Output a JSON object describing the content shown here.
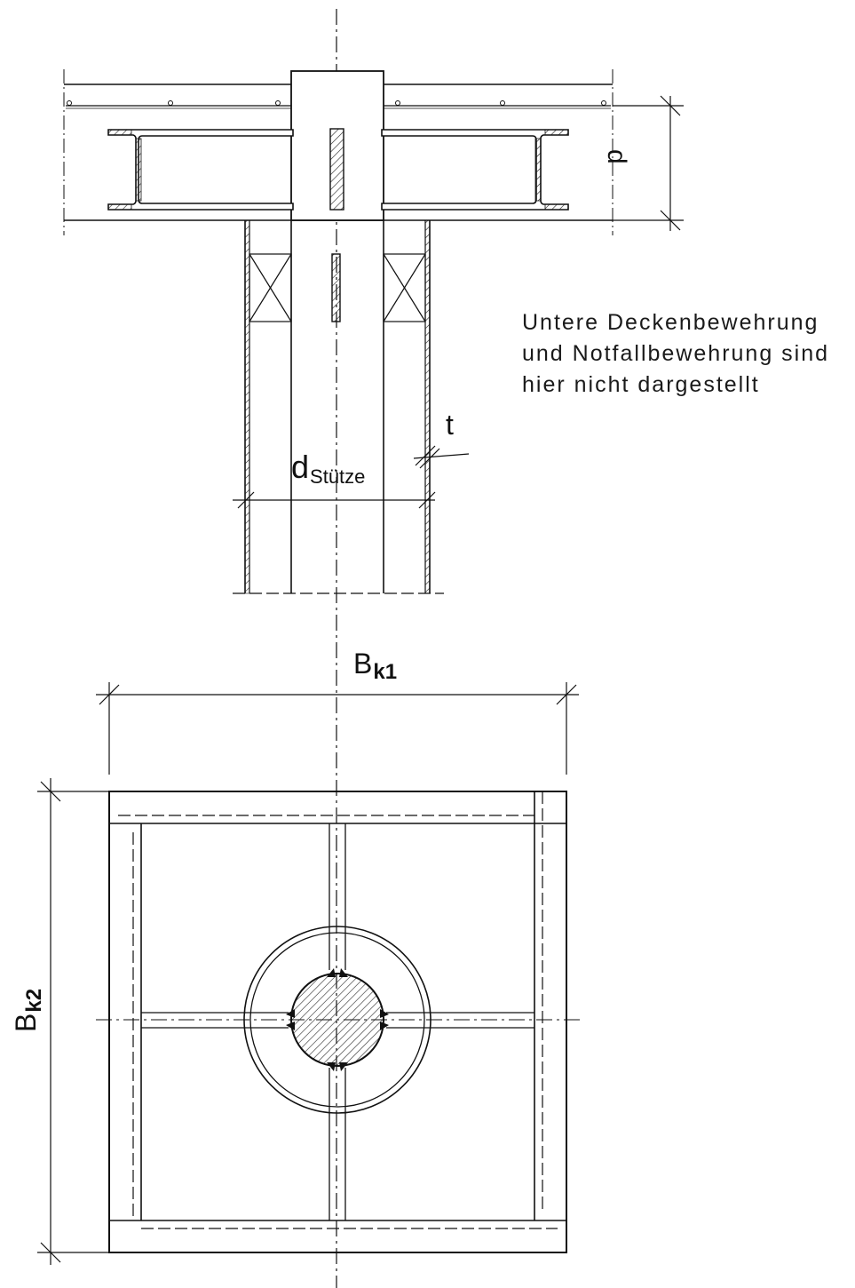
{
  "note": {
    "lines": [
      "Untere Deckenbewehrung",
      "und Notfallbewehrung sind",
      "hier nicht dargestellt"
    ]
  },
  "labels": {
    "d": "d",
    "t": "t",
    "d_column_main": "d",
    "d_column_sub": "Stütze",
    "bk1_main": "B",
    "bk1_sub": "k1",
    "bk2_main": "B",
    "bk2_sub": "k2"
  }
}
